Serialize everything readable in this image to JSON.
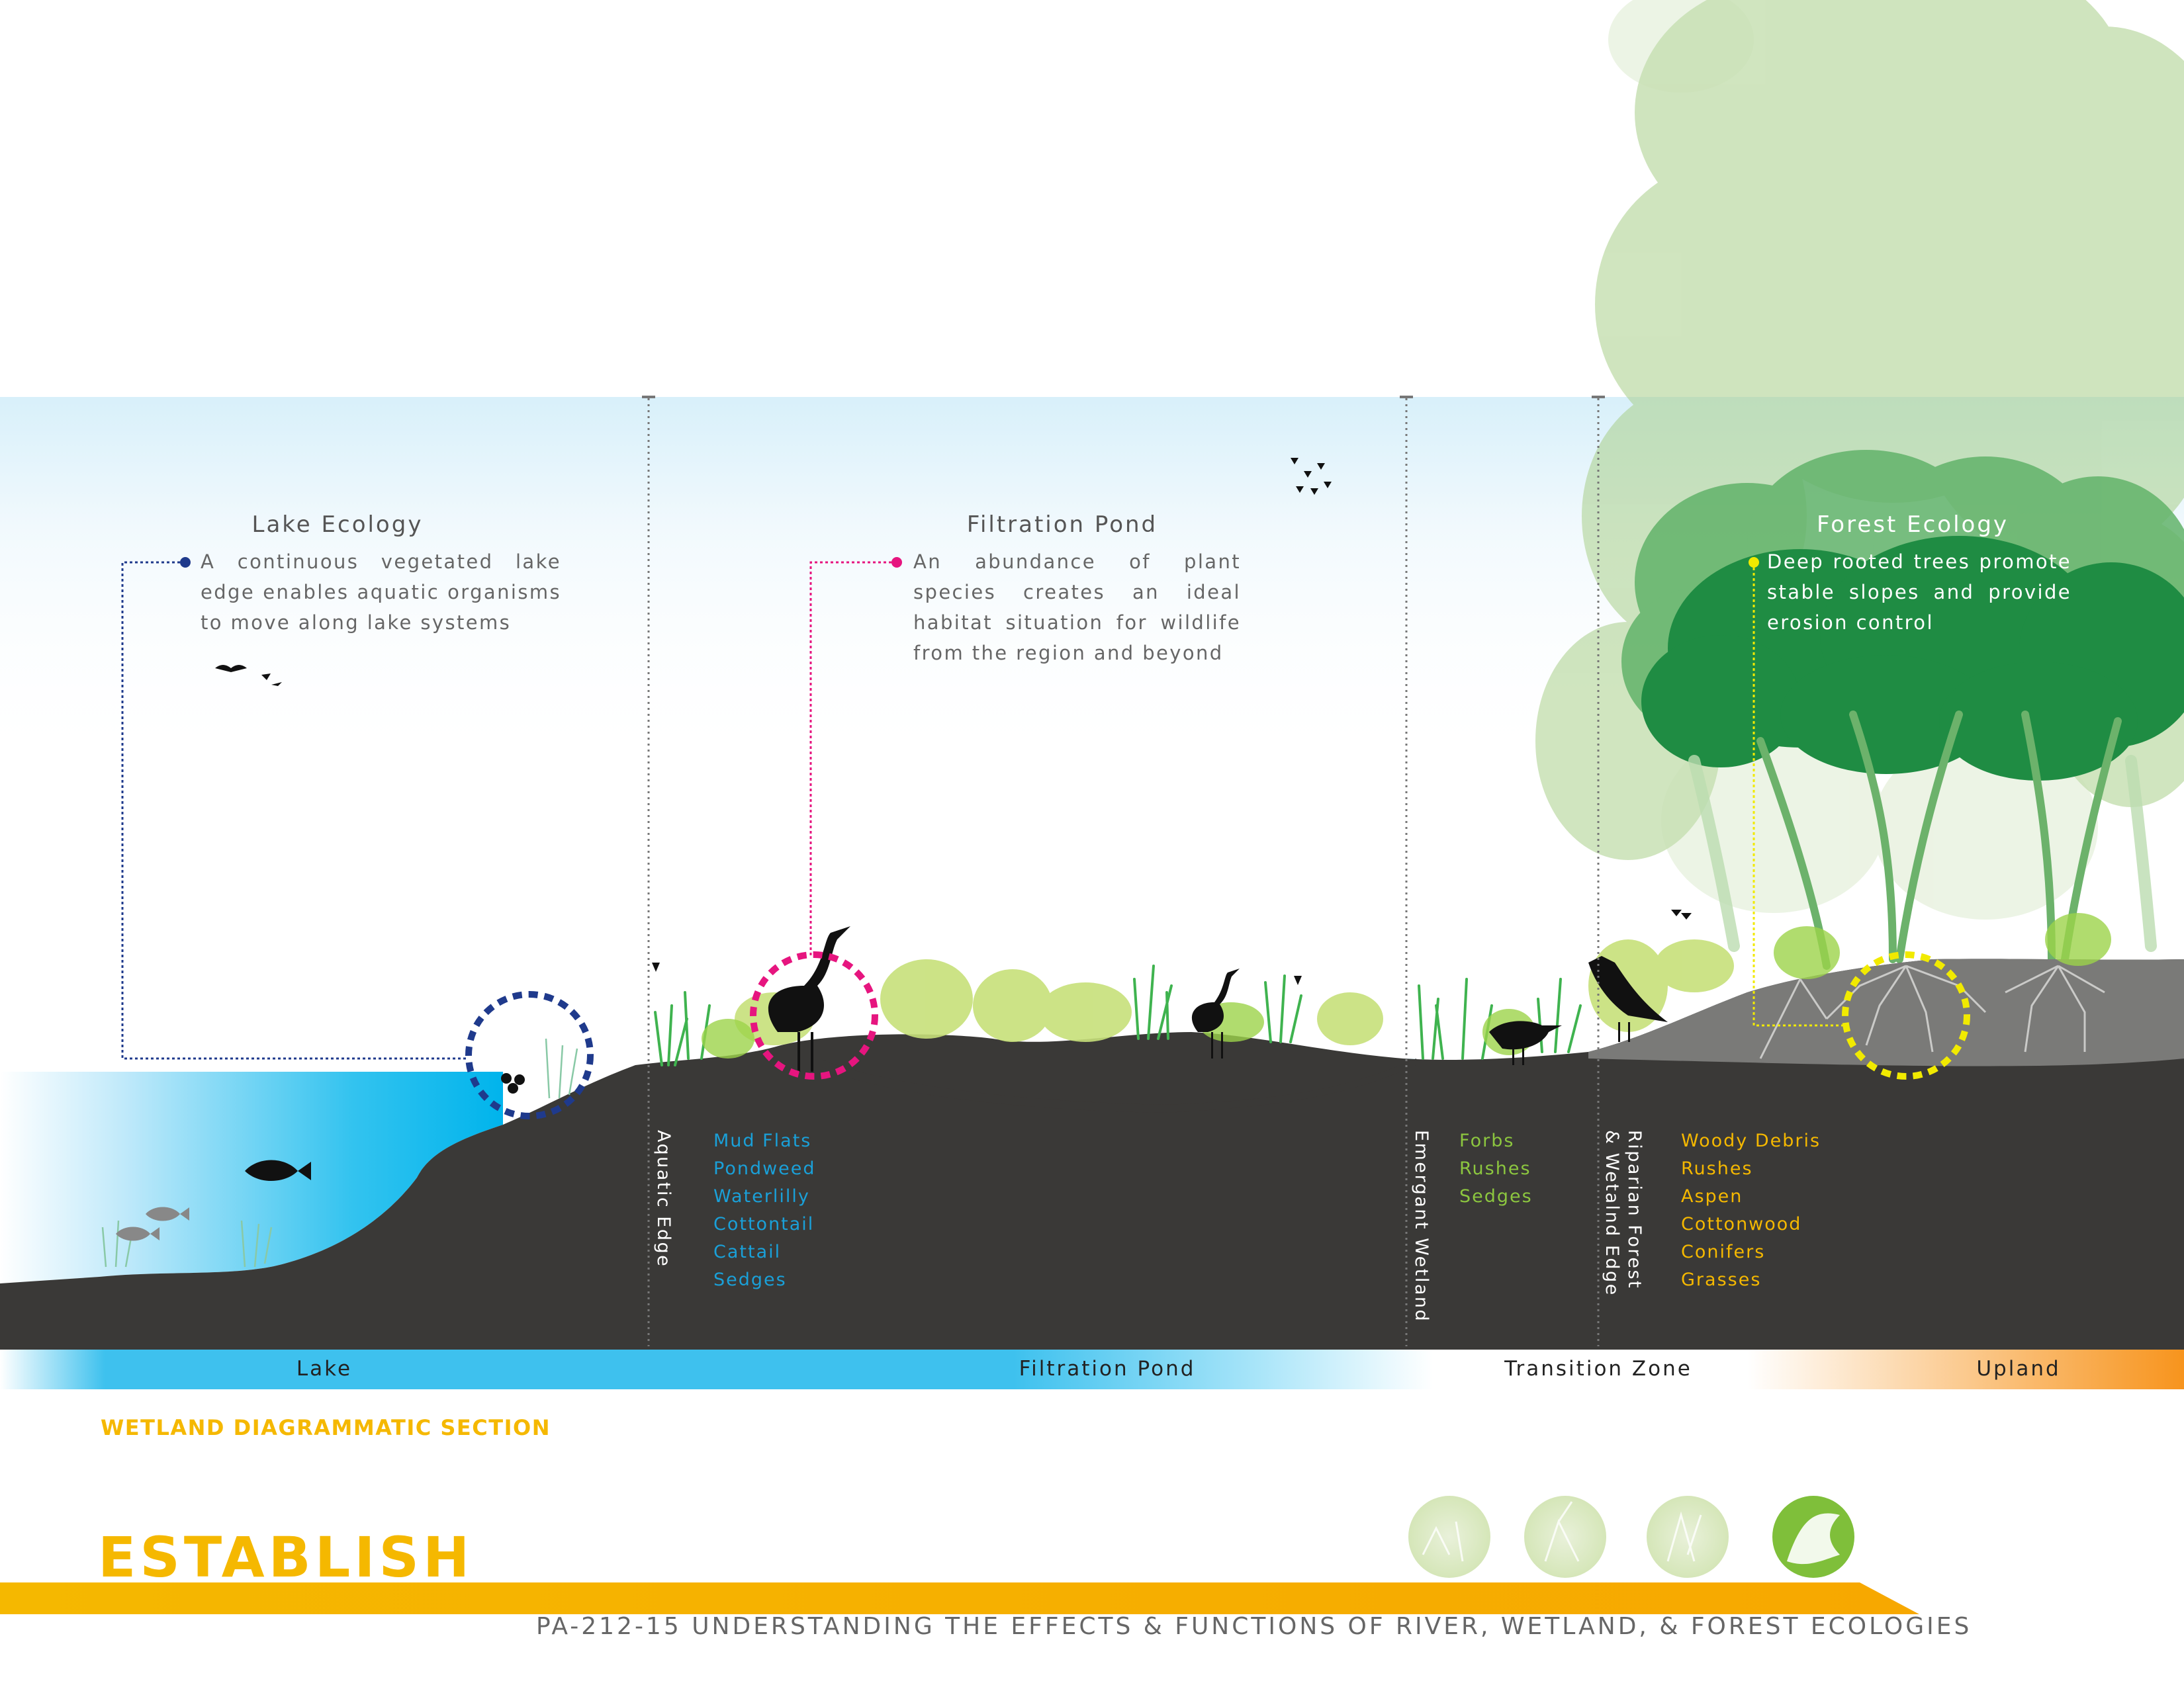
{
  "colors": {
    "soil": "#3a3937",
    "water": "#00b4ec",
    "lake_marker": "#1f3a8c",
    "pond_marker": "#e6157f",
    "forest_marker": "#f1ea00",
    "wetland_plants": "#1aa0d8",
    "transition_plants": "#8cc63f",
    "upland_plants": "#f5b800",
    "accent": "#f5b800",
    "upland_bar": "#f7941d"
  },
  "sections": [
    {
      "id": "lake",
      "title": "Lake Ecology",
      "description": "A continuous vegetated lake edge enables aquatic organisms to move along lake systems"
    },
    {
      "id": "pond",
      "title": "Filtration Pond",
      "description": "An abundance of plant species creates an ideal habitat situation for wildlife from the region and beyond"
    },
    {
      "id": "forest",
      "title": "Forest Ecology",
      "description": "Deep rooted trees promote stable slopes and provide erosion control"
    }
  ],
  "edges": [
    "Aquatic Edge",
    "Emergant Wetland",
    "Riparian Forest\n& Wetalnd Edge"
  ],
  "plant_lists": {
    "pond": [
      "Mud Flats",
      "Pondweed",
      "Waterlilly",
      "Cottontail",
      "Cattail",
      "Sedges"
    ],
    "transition": [
      "Forbs",
      "Rushes",
      "Sedges"
    ],
    "upland": [
      "Woody Debris",
      "Rushes",
      "Aspen",
      "Cottonwood",
      "Conifers",
      "Grasses"
    ]
  },
  "zones": [
    "Lake",
    "Filtration Pond",
    "Transition Zone",
    "Upland"
  ],
  "section_label": "WETLAND DIAGRAMMATIC SECTION",
  "stage_title": "ESTABLISH",
  "footer": "PA-212-15  UNDERSTANDING THE EFFECTS & FUNCTIONS OF RIVER, WETLAND, & FOREST ECOLOGIES",
  "icons": [
    "lake-stage-icon",
    "wetland-stage-icon",
    "transition-stage-icon",
    "forest-stage-icon"
  ]
}
